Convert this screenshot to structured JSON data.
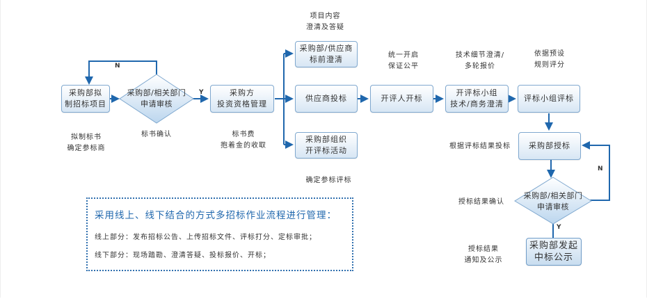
{
  "colors": {
    "line": "#1f67ad",
    "box_border": "#7fa8cf",
    "accent_text": "#1f67ad"
  },
  "nodes": {
    "draft": [
      "采购部拟",
      "制招标项目"
    ],
    "review1": [
      "采购部/相关部门",
      "申请审核"
    ],
    "qualify": [
      "采购方",
      "投资资格管理"
    ],
    "clarify": [
      "采购部/供应商",
      "标前澄清"
    ],
    "bid": [
      "供应商投标"
    ],
    "organize": [
      "采购部组织",
      "开评标活动"
    ],
    "open": [
      "开评人开标"
    ],
    "group": [
      "开评标小组",
      "技术/商务澄清"
    ],
    "evaluate": [
      "评标小组评标"
    ],
    "award": [
      "采购部授标"
    ],
    "review2": [
      "采购部/相关部门",
      "申请审核"
    ],
    "publish": [
      "采购部发起",
      "中标公示"
    ]
  },
  "captions": {
    "draft": [
      "拟制标书",
      "确定参标商"
    ],
    "review1": [
      "标书确认"
    ],
    "qualify": [
      "标书费",
      "抱着金的收取"
    ],
    "clarify": [
      "项目内容",
      "澄清及答疑"
    ],
    "organize": [
      "确定参标评标"
    ],
    "open": [
      "统一开启",
      "保证公平"
    ],
    "group": [
      "技术细节澄清/",
      "多轮报价"
    ],
    "evaluate": [
      "依据预设",
      "规则评分"
    ],
    "award": [
      "根据评标结果投标"
    ],
    "review2": [
      "授标结果确认"
    ],
    "publish": [
      "授标结果",
      "通知及公示"
    ]
  },
  "branch_labels": {
    "no1": "N",
    "yes1": "Y",
    "no2": "N",
    "yes2": "Y"
  },
  "note": {
    "title": "采用线上、线下结合的方式多招标作业流程进行管理：",
    "online": "线上部分：发布招标公告、上传招标文件、评标打分、定标审批；",
    "offline": "线下部分：现场踏勘、澄清答疑、投标报价、开标；"
  }
}
